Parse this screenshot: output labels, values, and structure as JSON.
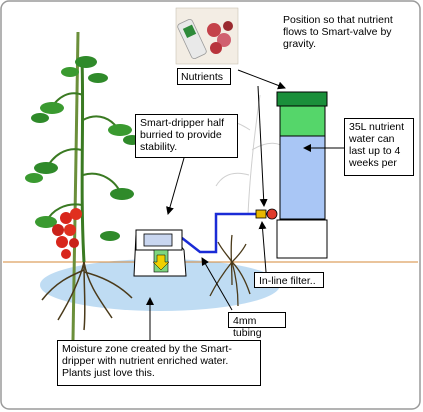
{
  "labels": {
    "nutrients": "Nutrients",
    "position_note": "Position so that nutrient flows to Smart-valve by gravity.",
    "tank_note": "35L nutrient water can last up to 4 weeks per",
    "dripper_note": "Smart-dripper half burried to provide stability.",
    "filter_note": "In-line filter..",
    "tubing_note": "4mm tubing",
    "moisture_note": "Moisture zone created by the Smart-dripper with nutrient enriched water.  Plants just love this."
  },
  "colors": {
    "tank_top": "#1a8f3a",
    "tank_upper": "#55d66a",
    "tank_water": "#a9c6f5",
    "tubing": "#1a2bd6",
    "ground_line": "#d4883a",
    "moisture": "#b8d8f2",
    "filter": "#e8b800",
    "valve": "#e03a2a",
    "dripper_arrow": "#f0d000",
    "dripper_core": "#7fd67f"
  }
}
